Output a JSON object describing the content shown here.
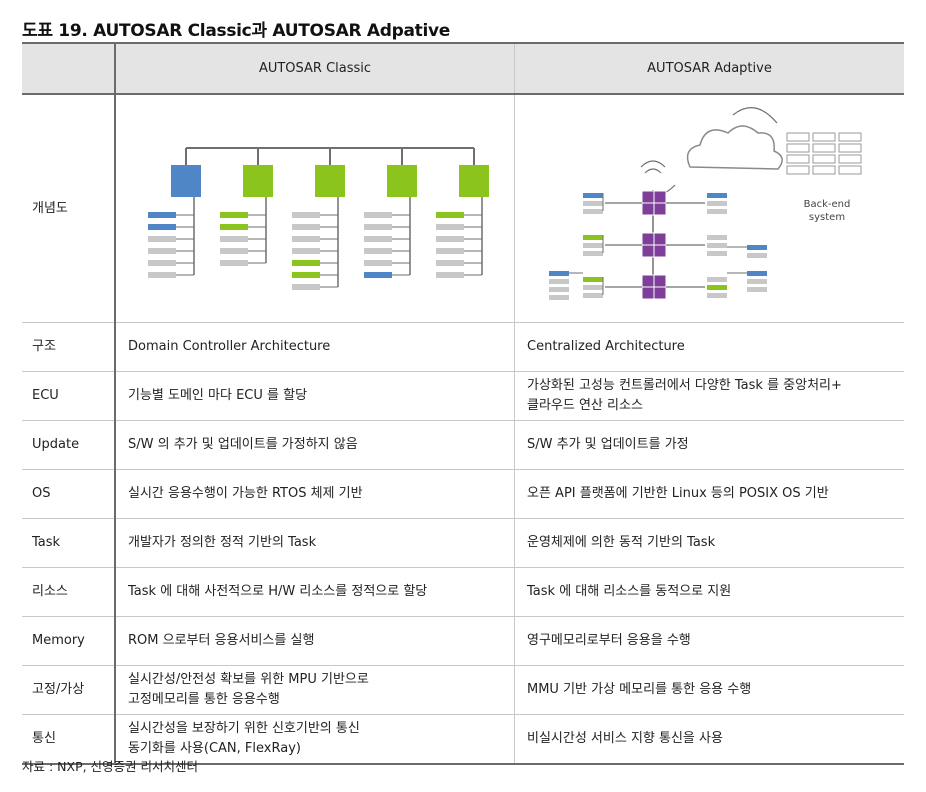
{
  "title": "도표 19. AUTOSAR Classic과 AUTOSAR Adpative",
  "header": {
    "col1": "AUTOSAR Classic",
    "col2": "AUTOSAR Adaptive"
  },
  "rows": [
    {
      "label": "구조",
      "classic": "Domain Controller Architecture",
      "adaptive": "Centralized Architecture"
    },
    {
      "label": "ECU",
      "classic": "기능별 도메인 마다 ECU 를 할당",
      "adaptive": "가상화된 고성능 컨트롤러에서 다양한 Task 를 중앙처리+\n클라우드 연산 리소스"
    },
    {
      "label": "Update",
      "classic": "S/W 의 추가 및 업데이트를 가정하지 않음",
      "adaptive": "S/W 추가 및 업데이트를 가정"
    },
    {
      "label": "OS",
      "classic": "실시간 응용수행이 가능한 RTOS 체제 기반",
      "adaptive": "오픈 API 플랫폼에 기반한 Linux 등의 POSIX OS 기반"
    },
    {
      "label": "Task",
      "classic": "개발자가 정의한 정적 기반의 Task",
      "adaptive": "운영체제에 의한 동적 기반의 Task"
    },
    {
      "label": "리소스",
      "classic": "Task 에 대해 사전적으로 H/W 리소스를 정적으로 할당",
      "adaptive": "Task 에 대해 리소스를 동적으로 지원"
    },
    {
      "label": "Memory",
      "classic": "ROM 으로부터 응용서비스를 실행",
      "adaptive": "영구메모리로부터 응용을 수행"
    },
    {
      "label": "고정/가상",
      "classic": "실시간성/안전성 확보를 위한 MPU 기반으로\n고정메모리를 통한 응용수행",
      "adaptive": "MMU 기반 가상 메모리를 통한 응용 수행"
    },
    {
      "label": "통신",
      "classic": "실시간성을 보장하기 위한 신호기반의 통신\n동기화를 사용(CAN, FlexRay)",
      "adaptive": "비실시간성 서비스 지향 통신을 사용"
    }
  ],
  "diagram": {
    "label": "개념도",
    "adaptive_caption": "Back-end\nsystem"
  },
  "colors": {
    "blue": "#4f86c6",
    "green": "#8cc41e",
    "purple": "#7e3f98",
    "gray_bar": "#c8c8c8",
    "line": "#6f6f6f"
  },
  "source": "자료 : NXP, 신영증권 리서치센터"
}
